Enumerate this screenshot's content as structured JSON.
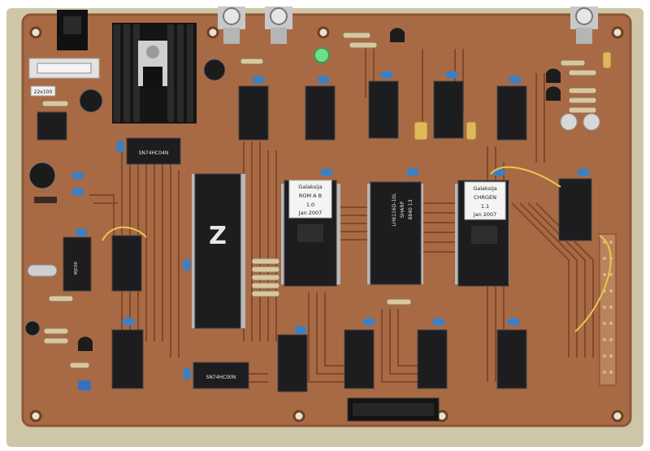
{
  "chips": {
    "u_rom": {
      "line1": "Galaksija",
      "line2": "ROM A B",
      "line3": "1.0",
      "line4": "Jan 2007"
    },
    "u_chargen": {
      "line1": "Galaksija",
      "line2": "CHRGEN",
      "line3": "1.1",
      "line4": "Jan 2007"
    },
    "u_ram": {
      "line1": "LH6116D-10L",
      "line2": "SHARP",
      "line3": "8840 13"
    },
    "u_cpu_z": {
      "logo": "Z"
    },
    "u_small_a": {
      "text": "SN74HC04N"
    },
    "u_small_b": {
      "text": "SN74HC00N"
    },
    "u_small_left": {
      "text": "MJC00"
    },
    "u_resistor_tag": {
      "text": "22x100"
    }
  },
  "colors": {
    "board": "#a86a45",
    "board_edge": "#8e5636",
    "chip": "#1d1d1f",
    "trace": "#7f4528",
    "pad": "#c7a17d"
  }
}
